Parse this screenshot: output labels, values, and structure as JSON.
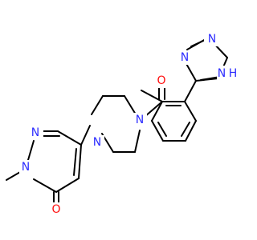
{
  "molecule": {
    "labels": {
      "n1": "N",
      "n2": "N",
      "n_pip_top": "N",
      "n_pip_bottom": "N",
      "n_tri_top": "N",
      "n_tri_right": "N",
      "n_tri_h": "H",
      "o_carbonyl": "O",
      "o_pyridazinone": "O"
    },
    "colors": {
      "carbon": "#000000",
      "nitrogen": "#2d2dff",
      "oxygen": "#ff0d0d"
    }
  }
}
